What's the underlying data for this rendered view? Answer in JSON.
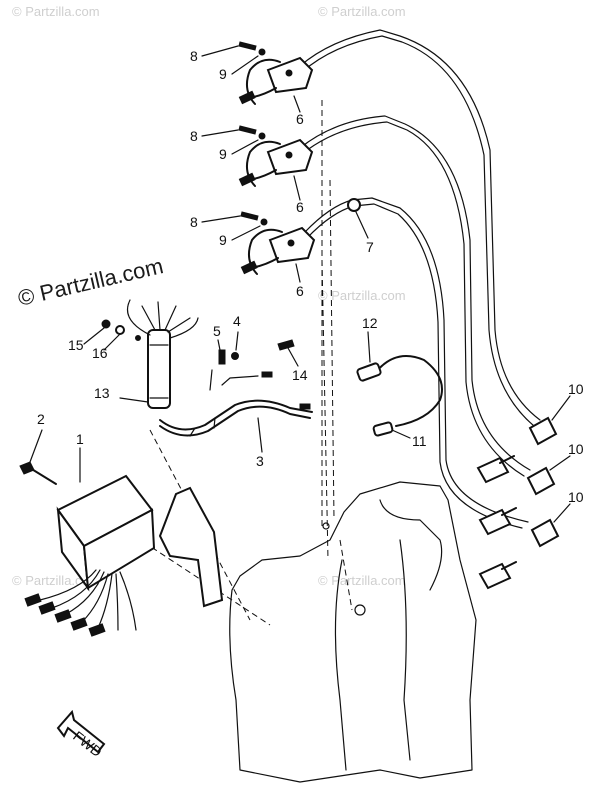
{
  "watermark": {
    "main": "© Partzilla.com",
    "faint": "© Partzilla.com"
  },
  "callouts": {
    "c1": "1",
    "c2": "2",
    "c3": "3",
    "c4": "4",
    "c5": "5",
    "c6a": "6",
    "c6b": "6",
    "c6c": "6",
    "c7": "7",
    "c8a": "8",
    "c8b": "8",
    "c8c": "8",
    "c9a": "9",
    "c9b": "9",
    "c9c": "9",
    "c10a": "10",
    "c10b": "10",
    "c10c": "10",
    "c11": "11",
    "c12": "12",
    "c13": "13",
    "c14": "14",
    "c15": "15",
    "c16": "16"
  },
  "fwd_label": "FWD"
}
